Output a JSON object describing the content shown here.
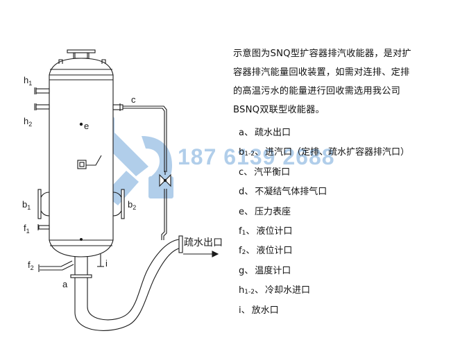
{
  "description": {
    "lines": [
      "示意图为SNQ型扩容器排汽收能器，是对扩",
      "容器排汽能量回收装置，如需对连排、定排",
      "的高温污水的能量进行回收需选用我公司",
      "BSNQ双联型收能器。"
    ]
  },
  "legend": [
    {
      "code": "a",
      "sub": "",
      "separator": "、",
      "text": "疏水出口"
    },
    {
      "code": "b",
      "sub": "1-2",
      "separator": "、",
      "text": "进汽口（定排、疏水扩容器排汽口）"
    },
    {
      "code": "c",
      "sub": "",
      "separator": "、",
      "text": "汽平衡口"
    },
    {
      "code": "d",
      "sub": "",
      "separator": "、",
      "text": "不凝结气体排气口"
    },
    {
      "code": "e",
      "sub": "",
      "separator": "、",
      "text": "压力表座"
    },
    {
      "code": "f",
      "sub": "1",
      "separator": "、",
      "text": "液位计口"
    },
    {
      "code": "f",
      "sub": "2",
      "separator": "、",
      "text": "液位计口"
    },
    {
      "code": "g",
      "sub": "",
      "separator": "、",
      "text": "温度计口"
    },
    {
      "code": "h",
      "sub": "1-2",
      "separator": "、",
      "text": "冷却水进口"
    },
    {
      "code": "i",
      "sub": "",
      "separator": "、",
      "text": "放水口"
    }
  ],
  "diagram": {
    "labels": {
      "h1": {
        "main": "h",
        "sub": "1"
      },
      "h2": {
        "main": "h",
        "sub": "2"
      },
      "c": {
        "main": "c",
        "sub": ""
      },
      "e": {
        "main": "e",
        "sub": ""
      },
      "b1": {
        "main": "b",
        "sub": "1"
      },
      "b2": {
        "main": "b",
        "sub": "2"
      },
      "f1": {
        "main": "f",
        "sub": "1"
      },
      "f2": {
        "main": "f",
        "sub": "2"
      },
      "a": {
        "main": "a",
        "sub": ""
      },
      "i": {
        "main": "i",
        "sub": ""
      }
    },
    "outlet_label": "疏水出口"
  },
  "watermark": {
    "phone": "187 6139 2688"
  },
  "colors": {
    "line": "#1a1a1a",
    "watermark": "#9ec3e6"
  }
}
